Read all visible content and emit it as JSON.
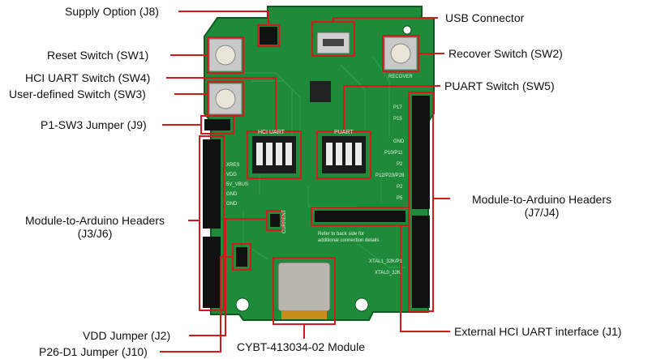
{
  "colors": {
    "pcb": "#1f8a3a",
    "pcb_dark": "#156b2b",
    "callout_red": "#d11a1a",
    "header_black": "#111111",
    "silk": "#e9f3e2"
  },
  "callouts": {
    "supply_option": "Supply Option (J8)",
    "usb_connector": "USB Connector",
    "reset_switch": "Reset Switch (SW1)",
    "recover_switch": "Recover Switch  (SW2)",
    "hci_uart_switch": "HCI UART Switch (SW4)",
    "user_switch": "User-defined Switch (SW3)",
    "puart_switch": "PUART Switch (SW5)",
    "p1_sw3_jumper": "P1-SW3 Jumper (J9)",
    "arduino_left_line1": "Module-to-Arduino Headers",
    "arduino_left_line2": "(J3/J6)",
    "arduino_right_line1": "Module-to-Arduino Headers",
    "arduino_right_line2": "(J7/J4)",
    "vdd_jumper": "VDD Jumper (J2)",
    "p26_jumper": "P26-D1 Jumper (J10)",
    "module": "CYBT-413034-02 Module",
    "ext_hci": "External HCI UART interface (J1)"
  },
  "silkscreen": {
    "hci_uart": "HCI UART",
    "puart": "PUART",
    "recover": "RECOVER",
    "current": "CURRENT",
    "refer_line1": "Refer to back side for",
    "refer_line2": "additional connection details",
    "pins_left": [
      "XRES",
      "VDD",
      "5V_VBUS",
      "GND",
      "GND"
    ],
    "pins_right": [
      "P17",
      "P15",
      "GND",
      "P10/P11",
      "P2",
      "P12/P23/P28",
      "P2",
      "P5"
    ],
    "xtal1": "XTAL1_32K/P1",
    "xtal2": "XTAL0_32K"
  }
}
